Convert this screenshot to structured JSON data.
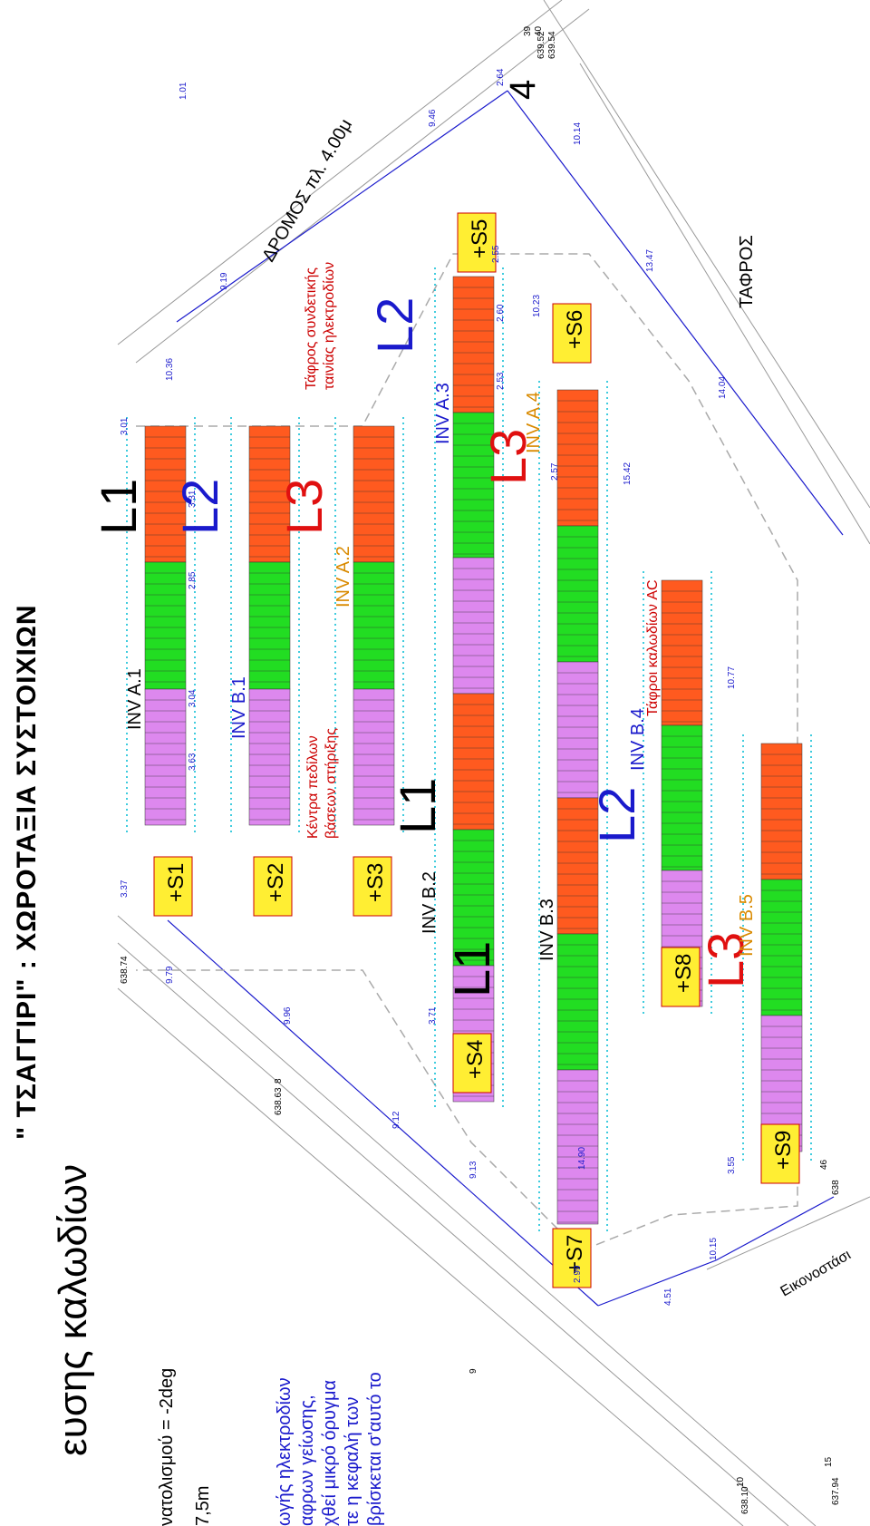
{
  "title": "\" ΤΣΑΓΓΙΡΙ\" : ΧΩΡΟΤΑΞΙΑ ΣΥΣΤΟΙΧΙΩΝ",
  "subtitle": "ευσης καλωδίων",
  "notes": [
    "νατολισμού = -2deg",
    "7,5m",
    "ωγής ηλεκτροδίων",
    "αφρων γείωσης,",
    "χθεί μικρό όρυγμα",
    "τε η κεφαλή των",
    "βρίσκεται σ'αυτό το"
  ],
  "road_label": "ΔΡΟΜΟΣ πλ. 4.00μ",
  "ditch_label": "ΤΑΦΡΟΣ",
  "shrine_label": "Εικονοστάσι",
  "annotation_trench_tape": [
    "Τάφρος συνδετικής",
    "ταινίας ηλεκτροδίων"
  ],
  "annotation_footings": [
    "Κέντρα πεδίλων",
    "βάσεων στήριξης"
  ],
  "annotation_ac": "Τάφροι καλωδίων AC",
  "corner_number": "4",
  "colors": {
    "orange": "#ff5a1f",
    "green": "#22dd22",
    "violet": "#dd88ee",
    "blue": "#1a1acc",
    "red": "#e01010",
    "yellow_tag": "#ffee33"
  },
  "strings": [
    {
      "tag": "+S1",
      "label": "L1",
      "label_color": "black",
      "inverter": "INV A.1"
    },
    {
      "tag": "+S2",
      "label": "L2",
      "label_color": "blue",
      "inverter": "INV B.1"
    },
    {
      "tag": "+S3",
      "label": "L3",
      "label_color": "red",
      "inverter": "INV A.2"
    },
    {
      "tag": "+S4",
      "label": "L1",
      "label_color": "black",
      "inverter": "INV B.2"
    },
    {
      "tag": "+S5",
      "label": "L2",
      "label_color": "blue",
      "inverter": "INV A.3"
    },
    {
      "tag": "+S6",
      "label": "L3",
      "label_color": "red",
      "inverter": "INV A.4"
    },
    {
      "tag": "+S7",
      "label": "L1",
      "label_color": "black",
      "inverter": "INV B.3"
    },
    {
      "tag": "+S8",
      "label": "L2",
      "label_color": "blue",
      "inverter": "INV B.4"
    },
    {
      "tag": "+S9",
      "label": "L3",
      "label_color": "red",
      "inverter": "INV B.5"
    }
  ],
  "dimensions": [
    "3.63",
    "3.04",
    "2.85",
    "3.31",
    "3.01",
    "3.37",
    "10.36",
    "9.19",
    "9.46",
    "2.64",
    "10.14",
    "13.47",
    "14.04",
    "10.23",
    "15.42",
    "10.77",
    "14.90",
    "2.99",
    "3.71",
    "3.55",
    "9.79",
    "9.96",
    "9.12",
    "9.13",
    "4.51",
    "10.15",
    "2.55",
    "2.60",
    "2.53",
    "2.57",
    "1.01"
  ],
  "elevations": [
    "638.74",
    "638.63",
    "638.10",
    "637.94",
    "639.52",
    "639.54",
    "638"
  ],
  "points": [
    "8",
    "9",
    "10",
    "15",
    "39",
    "40",
    "46"
  ]
}
